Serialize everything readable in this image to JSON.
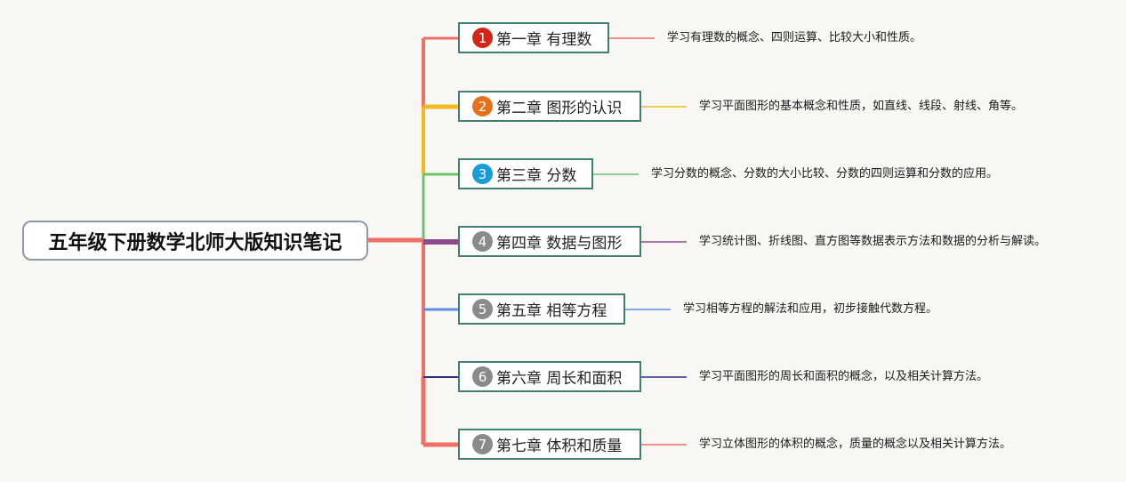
{
  "root": {
    "title": "五年级下册数学北师大版知识笔记"
  },
  "chapters": [
    {
      "number": "1",
      "title": "第一章 有理数",
      "note": "学习有理数的概念、四则运算、比较大小和性质。",
      "color": "#ee7065",
      "badge_color": "#d62418"
    },
    {
      "number": "2",
      "title": "第二章 图形的认识",
      "note": "学习平面图形的基本概念和性质，如直线、线段、射线、角等。",
      "color": "#f3b925",
      "badge_color": "#e7711b"
    },
    {
      "number": "3",
      "title": "第三章 分数",
      "note": "学习分数的概念、分数的大小比较、分数的四则运算和分数的应用。",
      "color": "#6ec26a",
      "badge_color": "#199bd6"
    },
    {
      "number": "4",
      "title": "第四章 数据与图形",
      "note": "学习统计图、折线图、直方图等数据表示方法和数据的分析与解读。",
      "color": "#8d4a8f",
      "badge_color": "#8a8a8a"
    },
    {
      "number": "5",
      "title": "第五章 相等方程",
      "note": "学习相等方程的解法和应用，初步接触代数方程。",
      "color": "#5d8fe0",
      "badge_color": "#8a8a8a"
    },
    {
      "number": "6",
      "title": "第六章 周长和面积",
      "note": "学习平面图形的周长和面积的概念，以及相关计算方法。",
      "color": "#2e2f8f",
      "badge_color": "#8a8a8a"
    },
    {
      "number": "7",
      "title": "第七章 体积和质量",
      "note": "学习立体图形的体积的概念，质量的概念以及相关计算方法。",
      "color": "#ee7065",
      "badge_color": "#8a8a8a"
    }
  ]
}
